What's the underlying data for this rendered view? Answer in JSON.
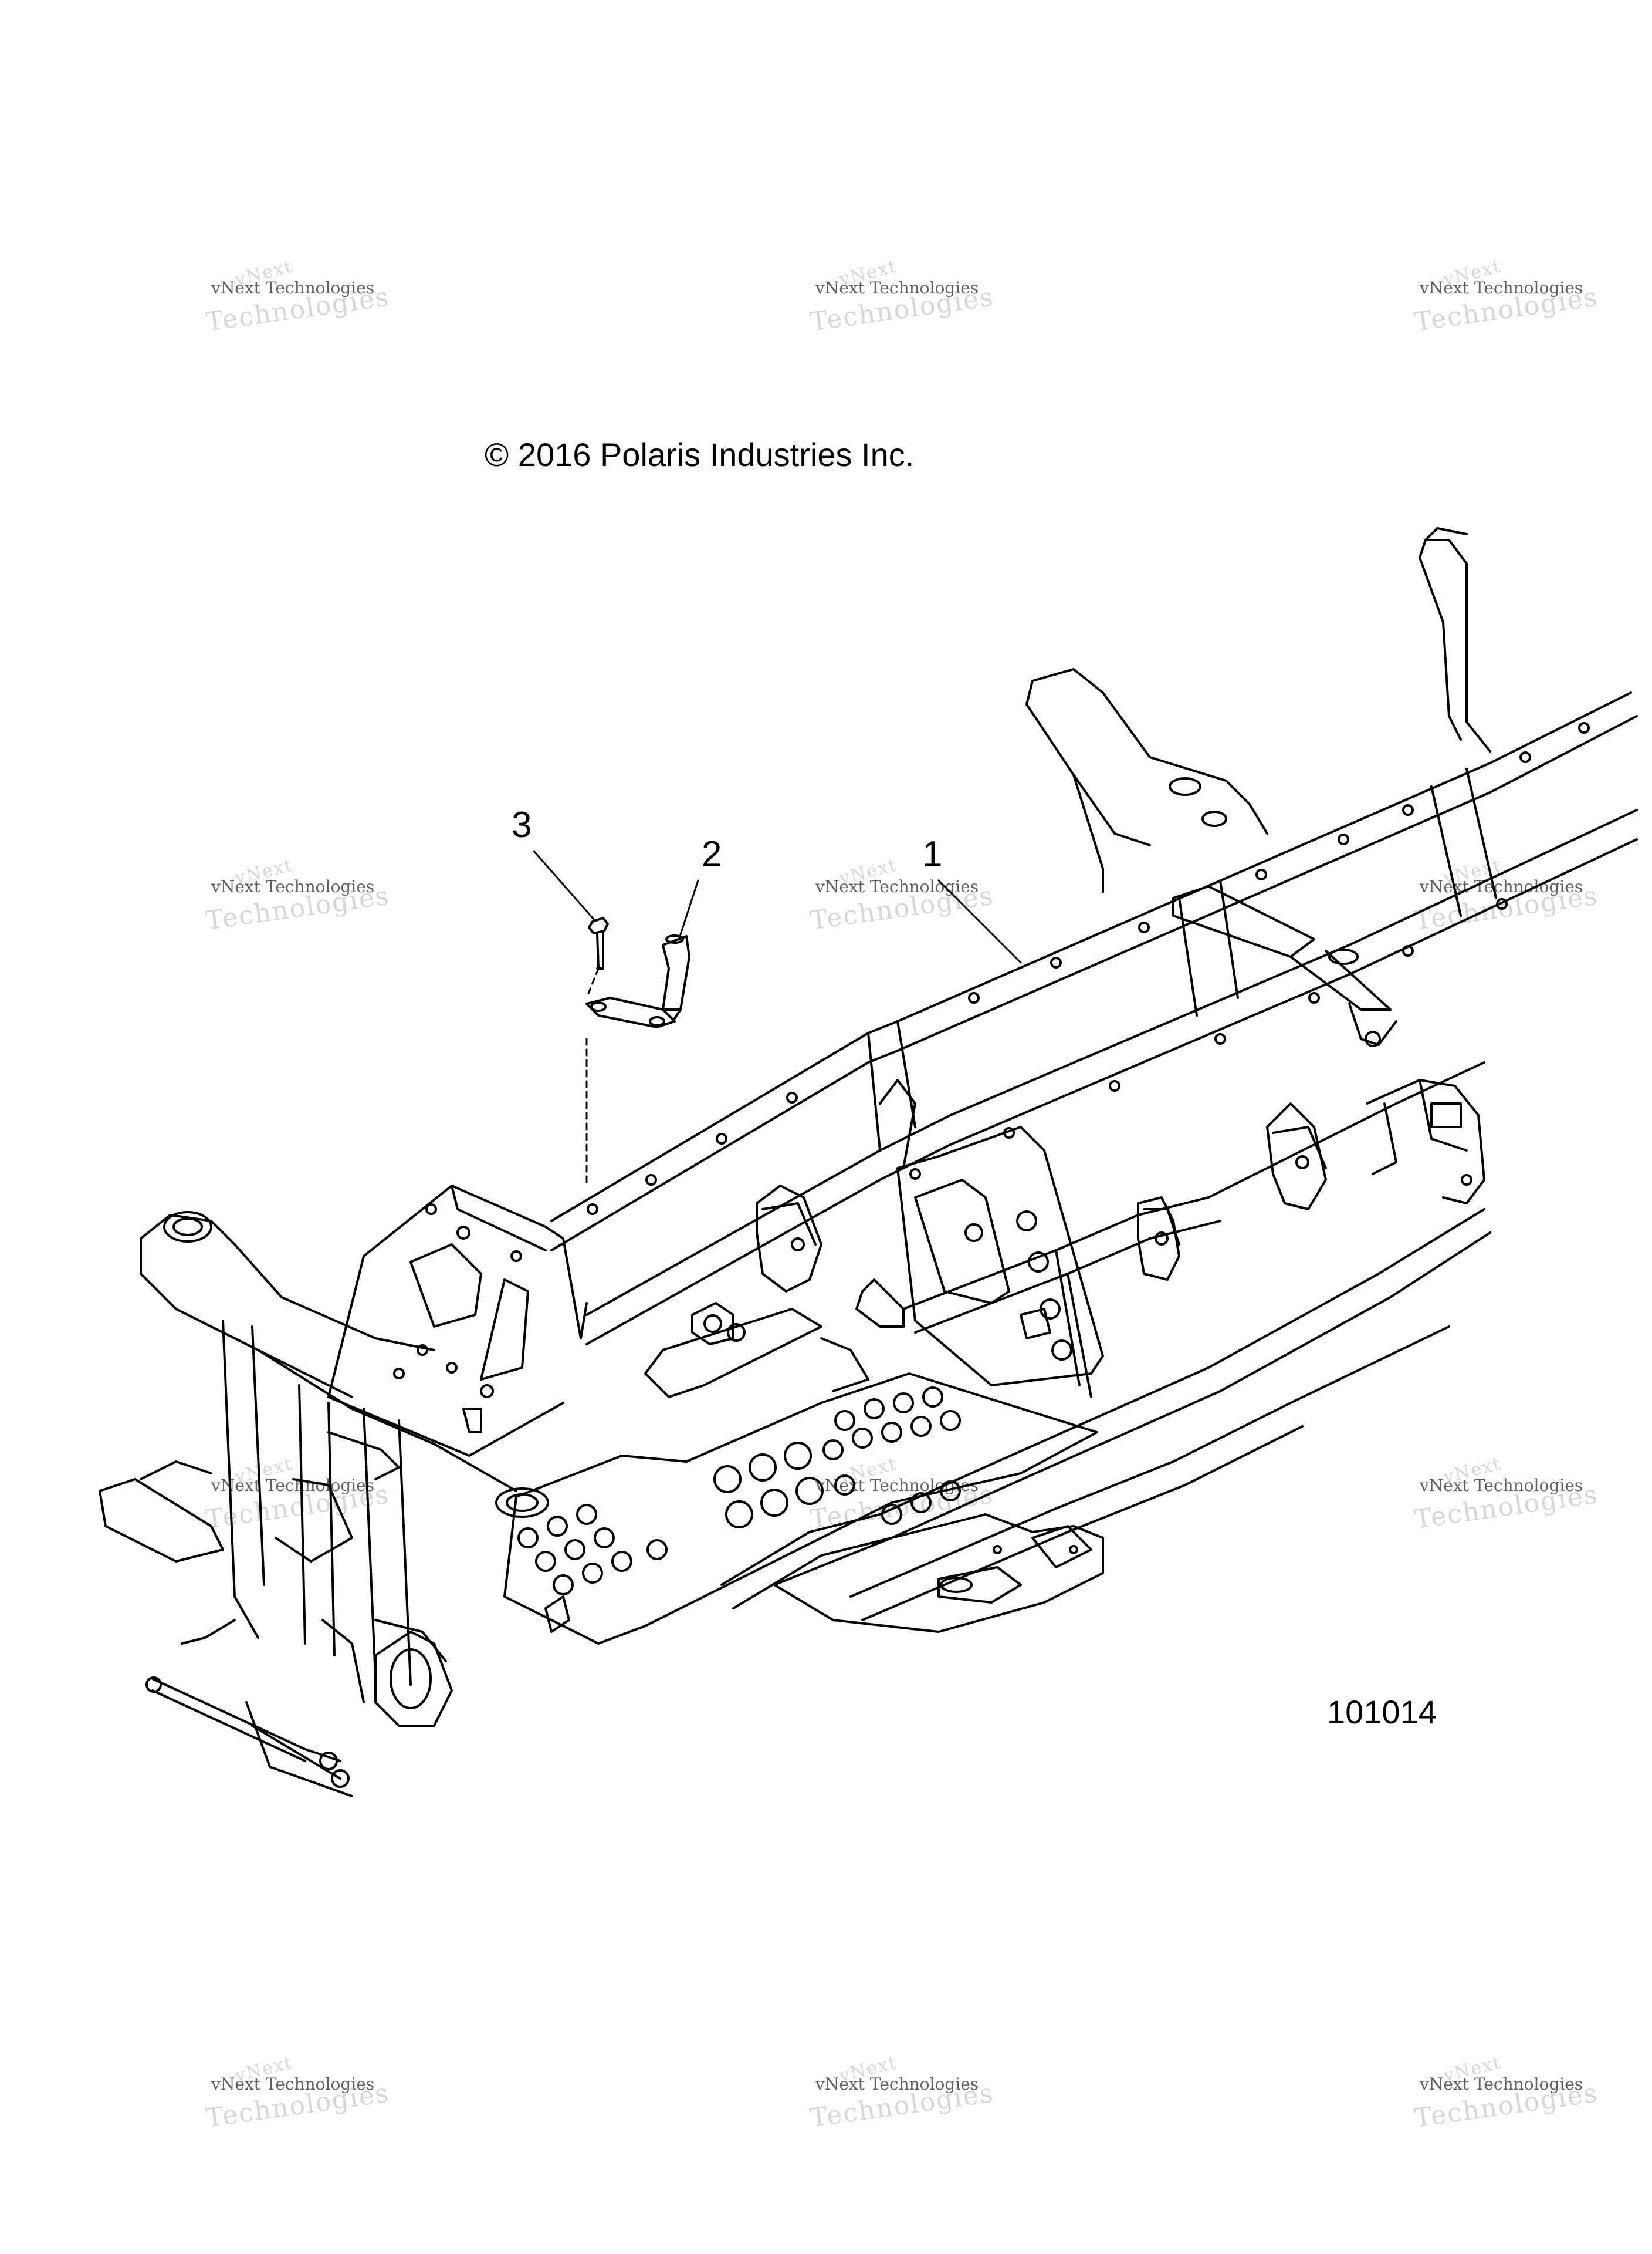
{
  "copyright": "© 2016 Polaris Industries Inc.",
  "diagram_id": "101014",
  "callouts": [
    {
      "label": "1",
      "part": "frame"
    },
    {
      "label": "2",
      "part": "bracket"
    },
    {
      "label": "3",
      "part": "bolt"
    }
  ],
  "watermark": {
    "line1": "vNext",
    "line2": "vNext Technologies",
    "line3": "Technologies"
  },
  "colors": {
    "line": "#000000",
    "watermark": "#c8c8c8",
    "background": "#ffffff"
  }
}
